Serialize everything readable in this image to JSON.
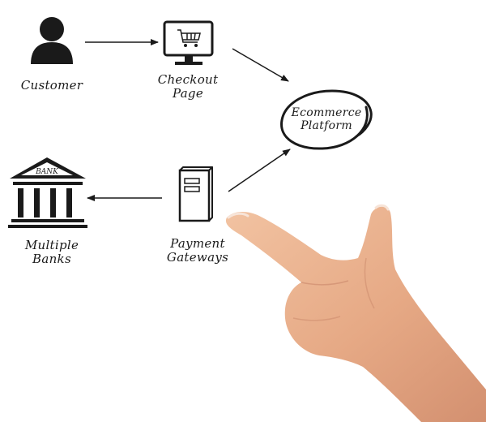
{
  "nodes": {
    "customer": {
      "label": "Customer",
      "icon": "person-icon"
    },
    "checkout_page": {
      "label_line1": "Checkout",
      "label_line2": "Page",
      "icon": "monitor-cart-icon"
    },
    "ecommerce_platform": {
      "label_line1": "Ecommerce",
      "label_line2": "Platform",
      "icon": "hand-drawn-circle"
    },
    "payment_gateways": {
      "label_line1": "Payment",
      "label_line2": "Gateways",
      "icon": "server-tower-icon"
    },
    "multiple_banks": {
      "label_line1": "Multiple",
      "label_line2": "Banks",
      "icon": "bank-building-icon",
      "sign_text": "BANK"
    }
  },
  "edges": [
    {
      "from": "customer",
      "to": "checkout_page"
    },
    {
      "from": "checkout_page",
      "to": "ecommerce_platform"
    },
    {
      "from": "payment_gateways",
      "to": "ecommerce_platform"
    },
    {
      "from": "payment_gateways",
      "to": "multiple_banks"
    }
  ],
  "colors": {
    "ink": "#1a1a1a",
    "background": "#ffffff",
    "skin": "#e9b28f"
  }
}
